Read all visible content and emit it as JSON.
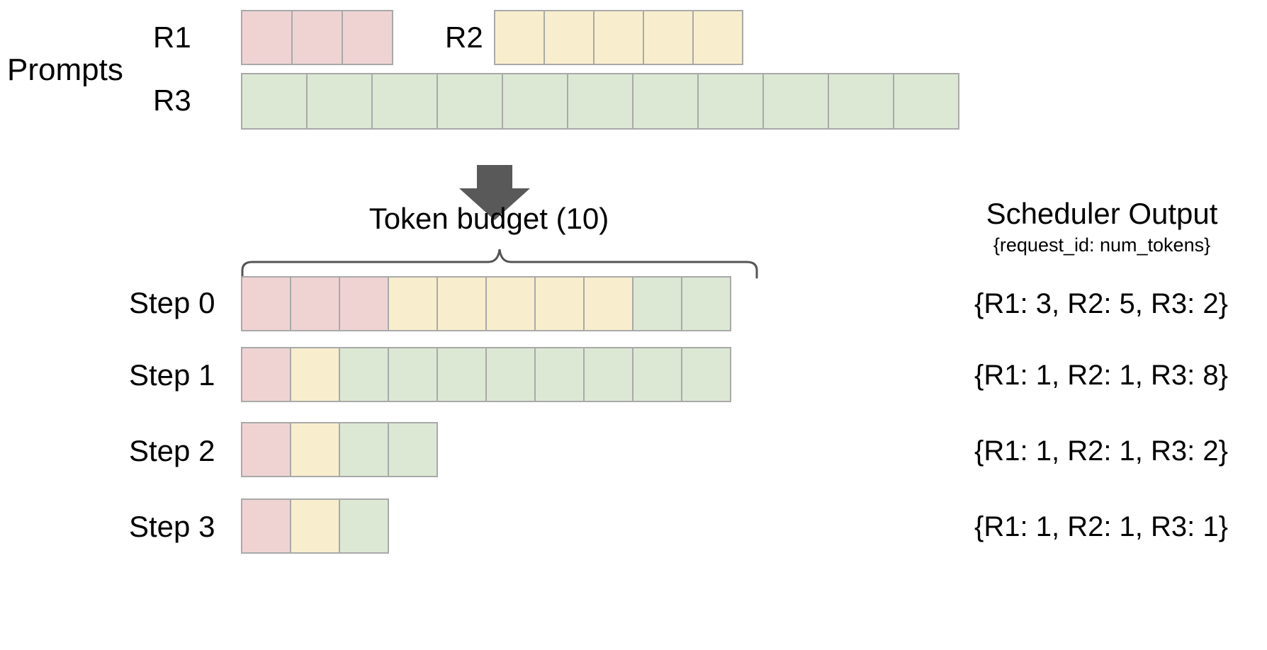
{
  "diagram": {
    "title_prompts": "Prompts",
    "arrow_icon": "down-arrow-icon",
    "brace_icon": "curly-brace-icon"
  },
  "prompts": {
    "section_label": "Prompts",
    "requests": [
      {
        "id": "R1",
        "label": "R1",
        "num_tokens": 3,
        "color_key": "r1",
        "color": "#efd3d3"
      },
      {
        "id": "R2",
        "label": "R2",
        "num_tokens": 5,
        "color_key": "r2",
        "color": "#f8eecd"
      },
      {
        "id": "R3",
        "label": "R3",
        "num_tokens": 11,
        "color_key": "r3",
        "color": "#dce8d4"
      }
    ]
  },
  "budget": {
    "label": "Token  budget (10)",
    "value": 10
  },
  "scheduler_output": {
    "title": "Scheduler Output",
    "subtitle": "{request_id: num_tokens}"
  },
  "steps": [
    {
      "label": "Step 0",
      "segments": [
        {
          "request": "R1",
          "count": 3,
          "color_key": "r1"
        },
        {
          "request": "R2",
          "count": 5,
          "color_key": "r2"
        },
        {
          "request": "R3",
          "count": 2,
          "color_key": "r3"
        }
      ],
      "output": "{R1: 3, R2: 5, R3: 2}"
    },
    {
      "label": "Step 1",
      "segments": [
        {
          "request": "R1",
          "count": 1,
          "color_key": "r1"
        },
        {
          "request": "R2",
          "count": 1,
          "color_key": "r2"
        },
        {
          "request": "R3",
          "count": 8,
          "color_key": "r3"
        }
      ],
      "output": "{R1: 1, R2: 1, R3: 8}"
    },
    {
      "label": "Step 2",
      "segments": [
        {
          "request": "R1",
          "count": 1,
          "color_key": "r1"
        },
        {
          "request": "R2",
          "count": 1,
          "color_key": "r2"
        },
        {
          "request": "R3",
          "count": 2,
          "color_key": "r3"
        }
      ],
      "output": "{R1: 1, R2: 1, R3: 2}"
    },
    {
      "label": "Step 3",
      "segments": [
        {
          "request": "R1",
          "count": 1,
          "color_key": "r1"
        },
        {
          "request": "R2",
          "count": 1,
          "color_key": "r2"
        },
        {
          "request": "R3",
          "count": 1,
          "color_key": "r3"
        }
      ],
      "output": "{R1: 1, R2: 1, R3: 1}"
    }
  ],
  "colors": {
    "r1": "#efd3d3",
    "r2": "#f8eecd",
    "r3": "#dce8d4",
    "cell_border": "#a9a9a9",
    "arrow": "#595959",
    "brace": "#555555",
    "text": "#000000"
  }
}
